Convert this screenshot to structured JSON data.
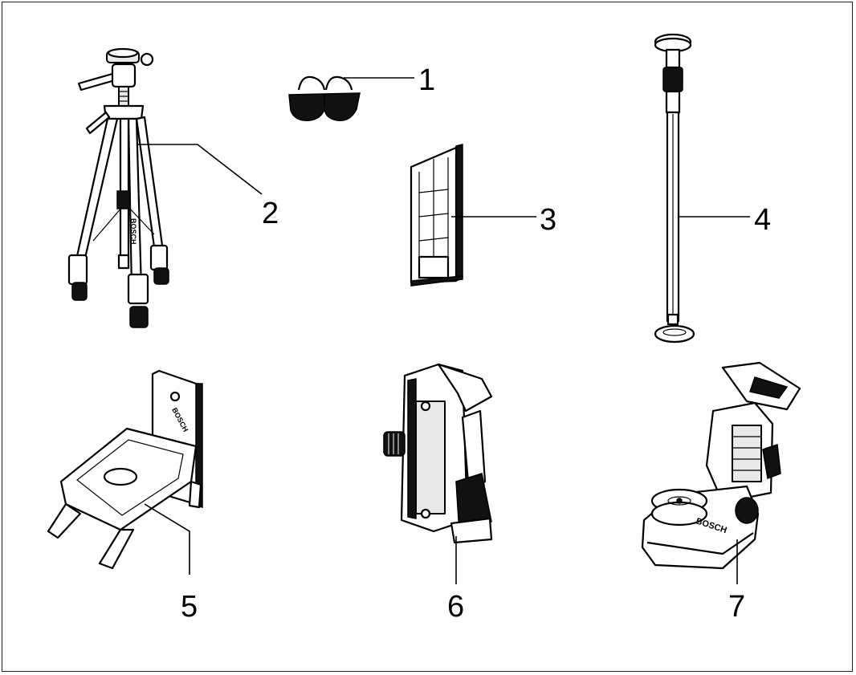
{
  "callouts": [
    {
      "id": "1",
      "label": "1"
    },
    {
      "id": "2",
      "label": "2"
    },
    {
      "id": "3",
      "label": "3"
    },
    {
      "id": "4",
      "label": "4"
    },
    {
      "id": "5",
      "label": "5"
    },
    {
      "id": "6",
      "label": "6"
    },
    {
      "id": "7",
      "label": "7"
    }
  ],
  "brand": "BOSCH"
}
